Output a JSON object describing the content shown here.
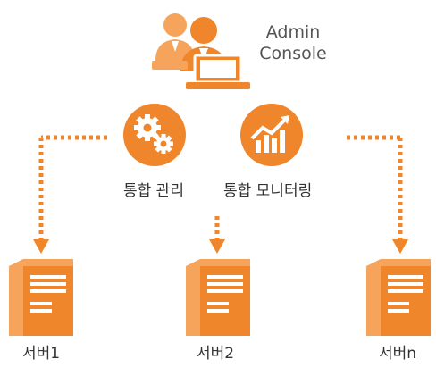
{
  "admin_console": {
    "line1": "Admin",
    "line2": "Console"
  },
  "functions": {
    "management": "통합 관리",
    "monitoring": "통합 모니터링"
  },
  "servers": [
    {
      "label": "서버1"
    },
    {
      "label": "서버2"
    },
    {
      "label": "서버n"
    }
  ],
  "colors": {
    "accent": "#F0862B",
    "accent_light": "#F6A45C",
    "text": "#333333"
  },
  "icons": {
    "admin": "admin-users-icon",
    "management": "gears-icon",
    "monitoring": "chart-up-icon",
    "server": "server-tower-icon"
  }
}
